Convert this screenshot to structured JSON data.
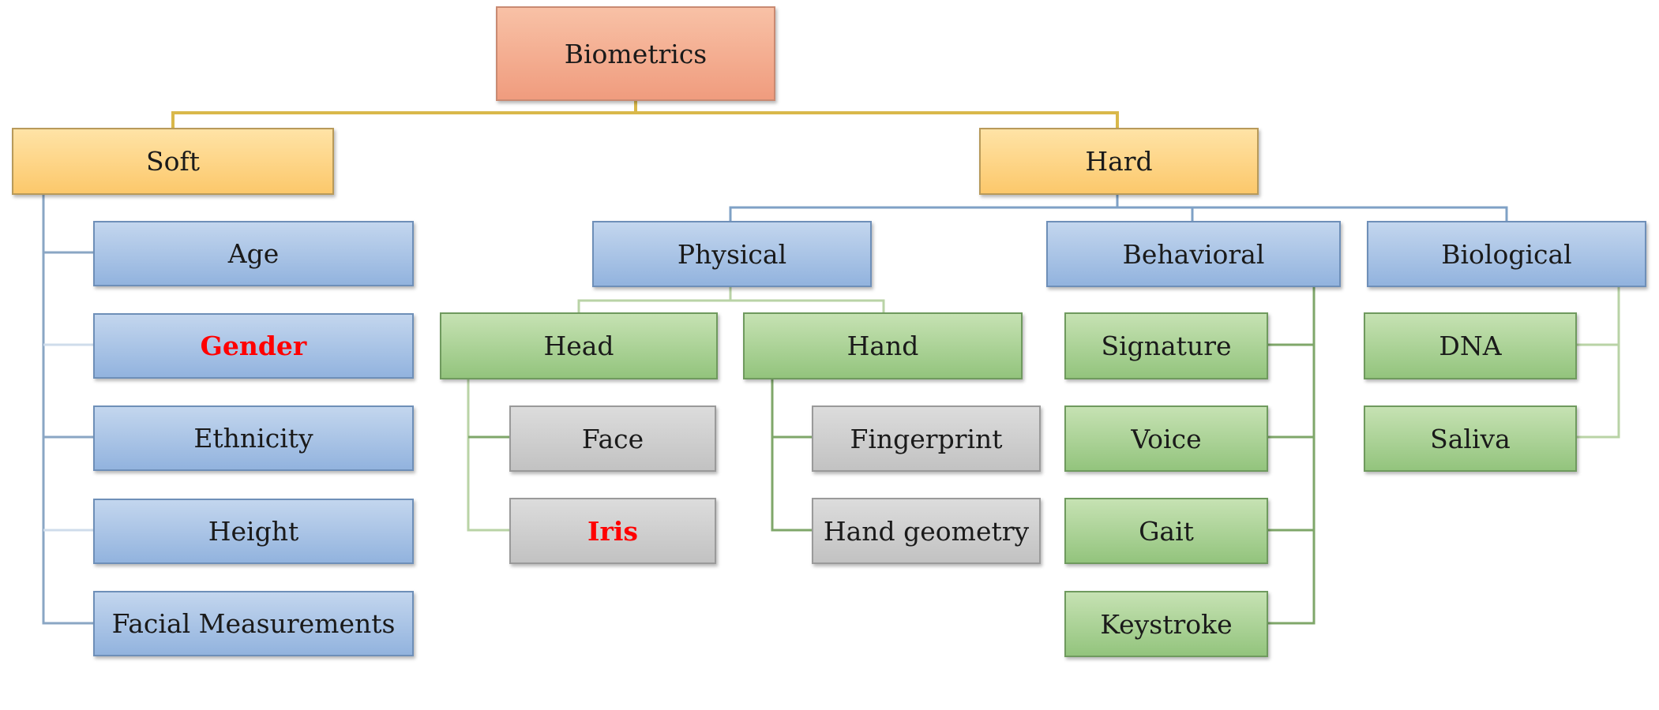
{
  "root": {
    "label": "Biometrics"
  },
  "soft": {
    "label": "Soft",
    "traits": [
      "Age",
      "Gender",
      "Ethnicity",
      "Height",
      "Facial Measurements"
    ]
  },
  "hard": {
    "label": "Hard",
    "physical": {
      "label": "Physical",
      "head": {
        "label": "Head",
        "items": [
          "Face",
          "Iris"
        ]
      },
      "hand": {
        "label": "Hand",
        "items": [
          "Fingerprint",
          "Hand geometry"
        ]
      }
    },
    "behavioral": {
      "label": "Behavioral",
      "items": [
        "Signature",
        "Voice",
        "Gait",
        "Keystroke"
      ]
    },
    "biological": {
      "label": "Biological",
      "items": [
        "DNA",
        "Saliva"
      ]
    }
  },
  "highlighted": [
    "Gender",
    "Iris"
  ],
  "colors": {
    "root_fill": "#f4ab8f",
    "category_fill": "#fdd38a",
    "level2_fill": "#a8c4e6",
    "level3_fill": "#abd396",
    "leaf_fill": "#cfcfcf",
    "highlight_text": "#ff0000",
    "line_gold": "#d9b84a",
    "line_blue": "#7fa1c6",
    "line_green": "#7fa76a"
  }
}
